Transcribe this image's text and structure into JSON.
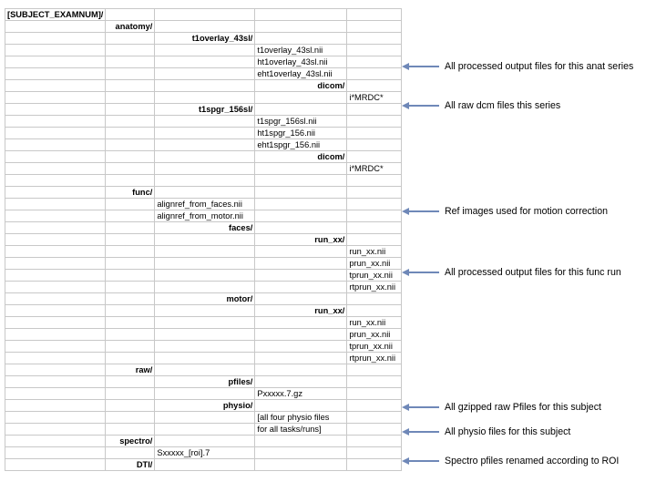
{
  "arrow_color": "#6f88b8",
  "arrow_icon": "left-arrow-icon",
  "rows": [
    {
      "col": 0,
      "text": "[SUBJECT_EXAMNUM]/",
      "kind": "dir"
    },
    {
      "col": 1,
      "text": "anatomy/",
      "kind": "dir"
    },
    {
      "col": 2,
      "text": "t1overlay_43sl/",
      "kind": "dir"
    },
    {
      "col": 3,
      "text": "t1overlay_43sl.nii",
      "kind": "file"
    },
    {
      "col": 3,
      "text": "ht1overlay_43sl.nii",
      "kind": "file"
    },
    {
      "col": 3,
      "text": "eht1overlay_43sl.nii",
      "kind": "file"
    },
    {
      "col": 3,
      "text": "dicom/",
      "kind": "dir"
    },
    {
      "col": 4,
      "text": "i*MRDC*",
      "kind": "file"
    },
    {
      "col": 2,
      "text": "t1spgr_156sl/",
      "kind": "dir"
    },
    {
      "col": 3,
      "text": "t1spgr_156sl.nii",
      "kind": "file"
    },
    {
      "col": 3,
      "text": "ht1spgr_156.nii",
      "kind": "file"
    },
    {
      "col": 3,
      "text": "eht1spgr_156.nii",
      "kind": "file"
    },
    {
      "col": 3,
      "text": "dicom/",
      "kind": "dir"
    },
    {
      "col": 4,
      "text": "i*MRDC*",
      "kind": "file"
    },
    {
      "col": 0,
      "text": "",
      "kind": "empty"
    },
    {
      "col": 1,
      "text": "func/",
      "kind": "dir"
    },
    {
      "col": 2,
      "text": "alignref_from_faces.nii",
      "kind": "file"
    },
    {
      "col": 2,
      "text": "alignref_from_motor.nii",
      "kind": "file"
    },
    {
      "col": 2,
      "text": "faces/",
      "kind": "dir"
    },
    {
      "col": 3,
      "text": "run_xx/",
      "kind": "dir"
    },
    {
      "col": 4,
      "text": "run_xx.nii",
      "kind": "file"
    },
    {
      "col": 4,
      "text": "prun_xx.nii",
      "kind": "file"
    },
    {
      "col": 4,
      "text": "tprun_xx.nii",
      "kind": "file"
    },
    {
      "col": 4,
      "text": "rtprun_xx.nii",
      "kind": "file"
    },
    {
      "col": 2,
      "text": "motor/",
      "kind": "dir"
    },
    {
      "col": 3,
      "text": "run_xx/",
      "kind": "dir"
    },
    {
      "col": 4,
      "text": "run_xx.nii",
      "kind": "file"
    },
    {
      "col": 4,
      "text": "prun_xx.nii",
      "kind": "file"
    },
    {
      "col": 4,
      "text": "tprun_xx.nii",
      "kind": "file"
    },
    {
      "col": 4,
      "text": "rtprun_xx.nii",
      "kind": "file"
    },
    {
      "col": 1,
      "text": "raw/",
      "kind": "dir"
    },
    {
      "col": 2,
      "text": "pfiles/",
      "kind": "dir"
    },
    {
      "col": 3,
      "text": "Pxxxxx.7.gz",
      "kind": "file"
    },
    {
      "col": 2,
      "text": "physio/",
      "kind": "dir"
    },
    {
      "col": 3,
      "text": "[all four physio files",
      "kind": "file"
    },
    {
      "col": 3,
      "text": "for all tasks/runs]",
      "kind": "file"
    },
    {
      "col": 1,
      "text": "spectro/",
      "kind": "dir"
    },
    {
      "col": 2,
      "text": "Sxxxxx_[roi].7",
      "kind": "file"
    },
    {
      "col": 1,
      "text": "DTI/",
      "kind": "dir"
    }
  ],
  "annotations": [
    {
      "text": "All processed output files for this anat series"
    },
    {
      "text": "All raw dcm files this series"
    },
    {
      "text": "Ref images used for motion correction"
    },
    {
      "text": "All processed output files for this func run"
    },
    {
      "text": "All gzipped raw Pfiles for this subject"
    },
    {
      "text": "All physio files for this subject"
    },
    {
      "text": "Spectro pfiles renamed according to ROI"
    }
  ]
}
